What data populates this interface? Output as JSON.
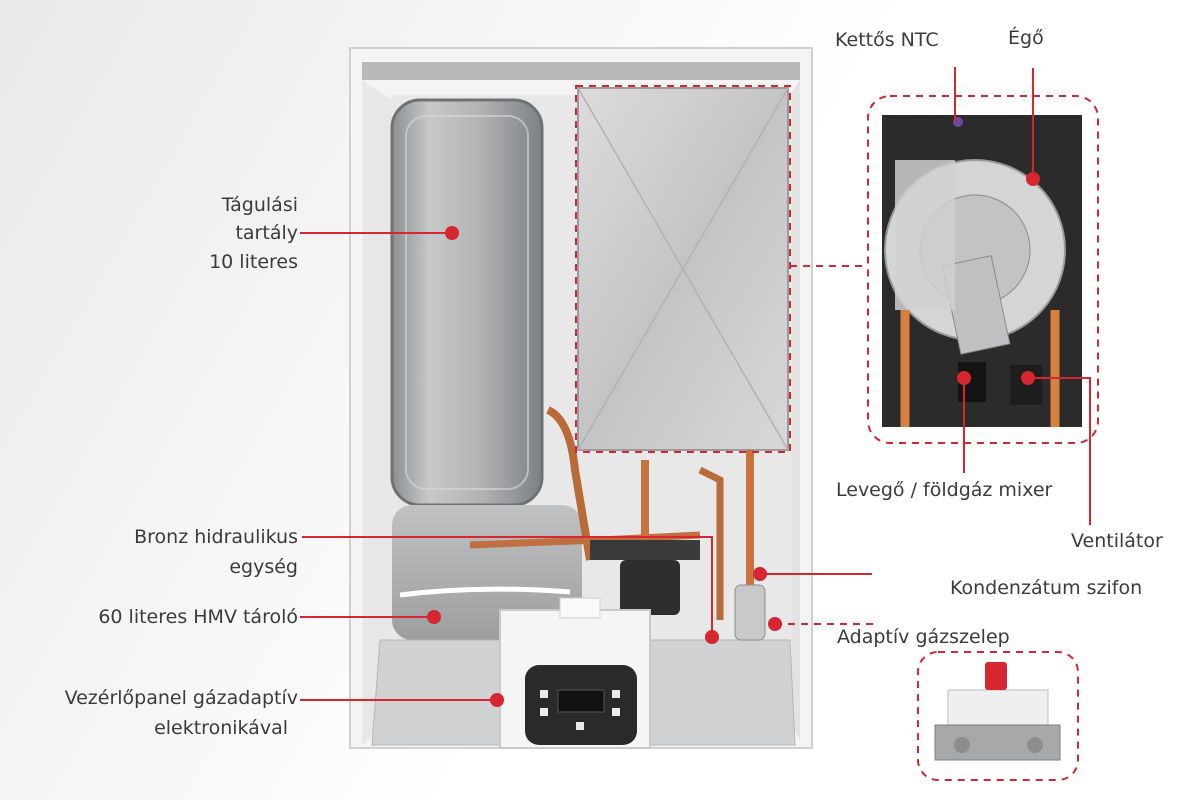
{
  "labels": {
    "expansion_line1": "Tágulási",
    "expansion_line2": "tartály",
    "expansion_line3": "10 literes",
    "bronze_line1": "Bronz hidraulikus",
    "bronze_line2": "egység",
    "hmv": "60 literes HMV tároló",
    "panel_line1": "Vezérlőpanel gázadaptív",
    "panel_line2": "elektronikával",
    "ntc": "Kettős  NTC",
    "burner": "Égő",
    "mixer": "Levegő / földgáz mixer",
    "fan": "Ventilátor",
    "condensate": "Kondenzátum szifon",
    "gas_valve": "Adaptív gázszelep"
  },
  "colors": {
    "accent": "#d6262f",
    "text": "#3b3b3b",
    "copper": "#c8733e",
    "tank": "#a9abad",
    "frame": "#f2f2f2"
  },
  "icons": {
    "boiler": "boiler-illustration",
    "burner_detail": "burner-fan-illustration",
    "gas_valve_detail": "gas-valve-illustration"
  }
}
